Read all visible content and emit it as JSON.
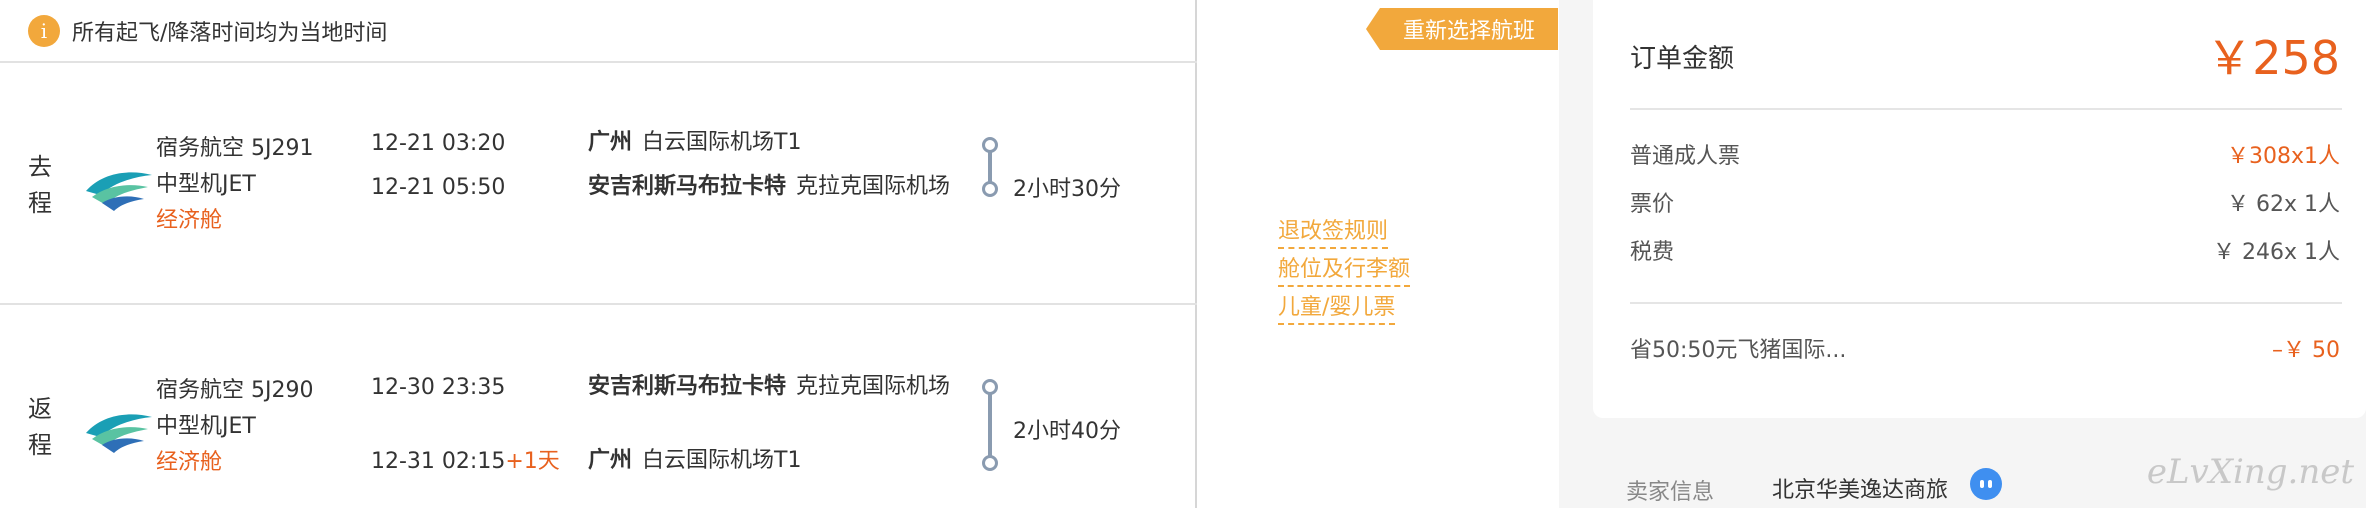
{
  "notice": {
    "icon": "info-icon",
    "text": "所有起飞/降落时间均为当地时间"
  },
  "flights": [
    {
      "direction": "去\n程",
      "airline": "宿务航空 5J291",
      "aircraft": "中型机JET",
      "cabin": "经济舱",
      "depart_time": "12-21 03:20",
      "arrive_time": "12-21 05:50",
      "plus_day": "",
      "depart_city": "广州",
      "depart_airport": "白云国际机场T1",
      "arrive_city": "安吉利斯马布拉卡特",
      "arrive_airport": "克拉克国际机场",
      "duration": "2小时30分"
    },
    {
      "direction": "返\n程",
      "airline": "宿务航空 5J290",
      "aircraft": "中型机JET",
      "cabin": "经济舱",
      "depart_time": "12-30 23:35",
      "arrive_time": "12-31 02:15",
      "plus_day": "+1天",
      "depart_city": "安吉利斯马布拉卡特",
      "depart_airport": "克拉克国际机场",
      "arrive_city": "广州",
      "arrive_airport": "白云国际机场T1",
      "duration": "2小时40分"
    }
  ],
  "actions": {
    "reselect": "重新选择航班",
    "links": [
      "退改签规则",
      "舱位及行李额",
      "儿童/婴儿票"
    ]
  },
  "order": {
    "title": "订单金额",
    "total": "￥258",
    "rows": [
      {
        "label": "普通成人票",
        "value": "￥308x1人"
      },
      {
        "label": "票价",
        "value": "￥ 62x 1人"
      },
      {
        "label": "税费",
        "value": "￥ 246x 1人"
      }
    ],
    "discount_label": "省50:50元飞猪国际...",
    "discount_value": "–￥ 50"
  },
  "seller": {
    "label": "卖家信息",
    "name": "北京华美逸达商旅"
  },
  "watermark": "eLvXing.net",
  "colors": {
    "accent": "#f2a83c",
    "price": "#e8611e",
    "timeline": "#8a9bb0"
  }
}
